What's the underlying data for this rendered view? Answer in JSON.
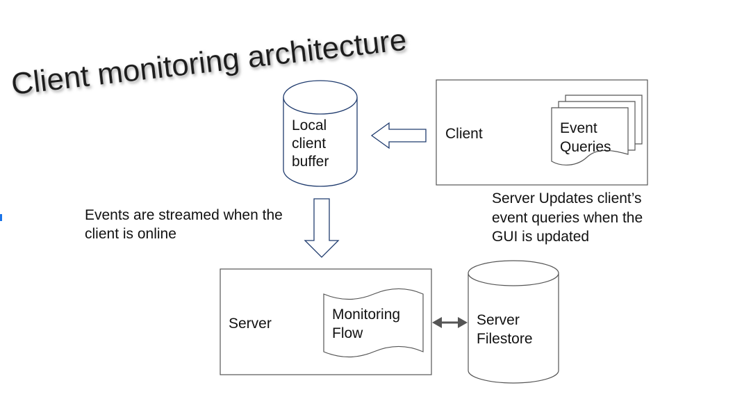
{
  "title": "Client monitoring architecture",
  "nodes": {
    "local_buffer": {
      "lines": [
        "Local",
        "client",
        "buffer"
      ]
    },
    "client_box": {
      "label": "Client"
    },
    "event_queries": {
      "lines": [
        "Event",
        "Queries"
      ]
    },
    "server_box": {
      "label": "Server"
    },
    "monitoring_flow": {
      "lines": [
        "Monitoring",
        "Flow"
      ]
    },
    "server_filestore": {
      "lines": [
        "Server",
        "Filestore"
      ]
    }
  },
  "notes": {
    "events_streamed": [
      "Events are streamed when the",
      "client is online"
    ],
    "server_updates": [
      "Server Updates client’s",
      "event queries when the",
      "GUI is updated"
    ]
  },
  "colors": {
    "database_outline": "#1f3b6e",
    "box_outline": "#555555",
    "block_arrow": "#1f3b6e",
    "connector": "#555555",
    "title_shadow": "#9a9a9a",
    "edge_mark": "#1a73e8"
  }
}
